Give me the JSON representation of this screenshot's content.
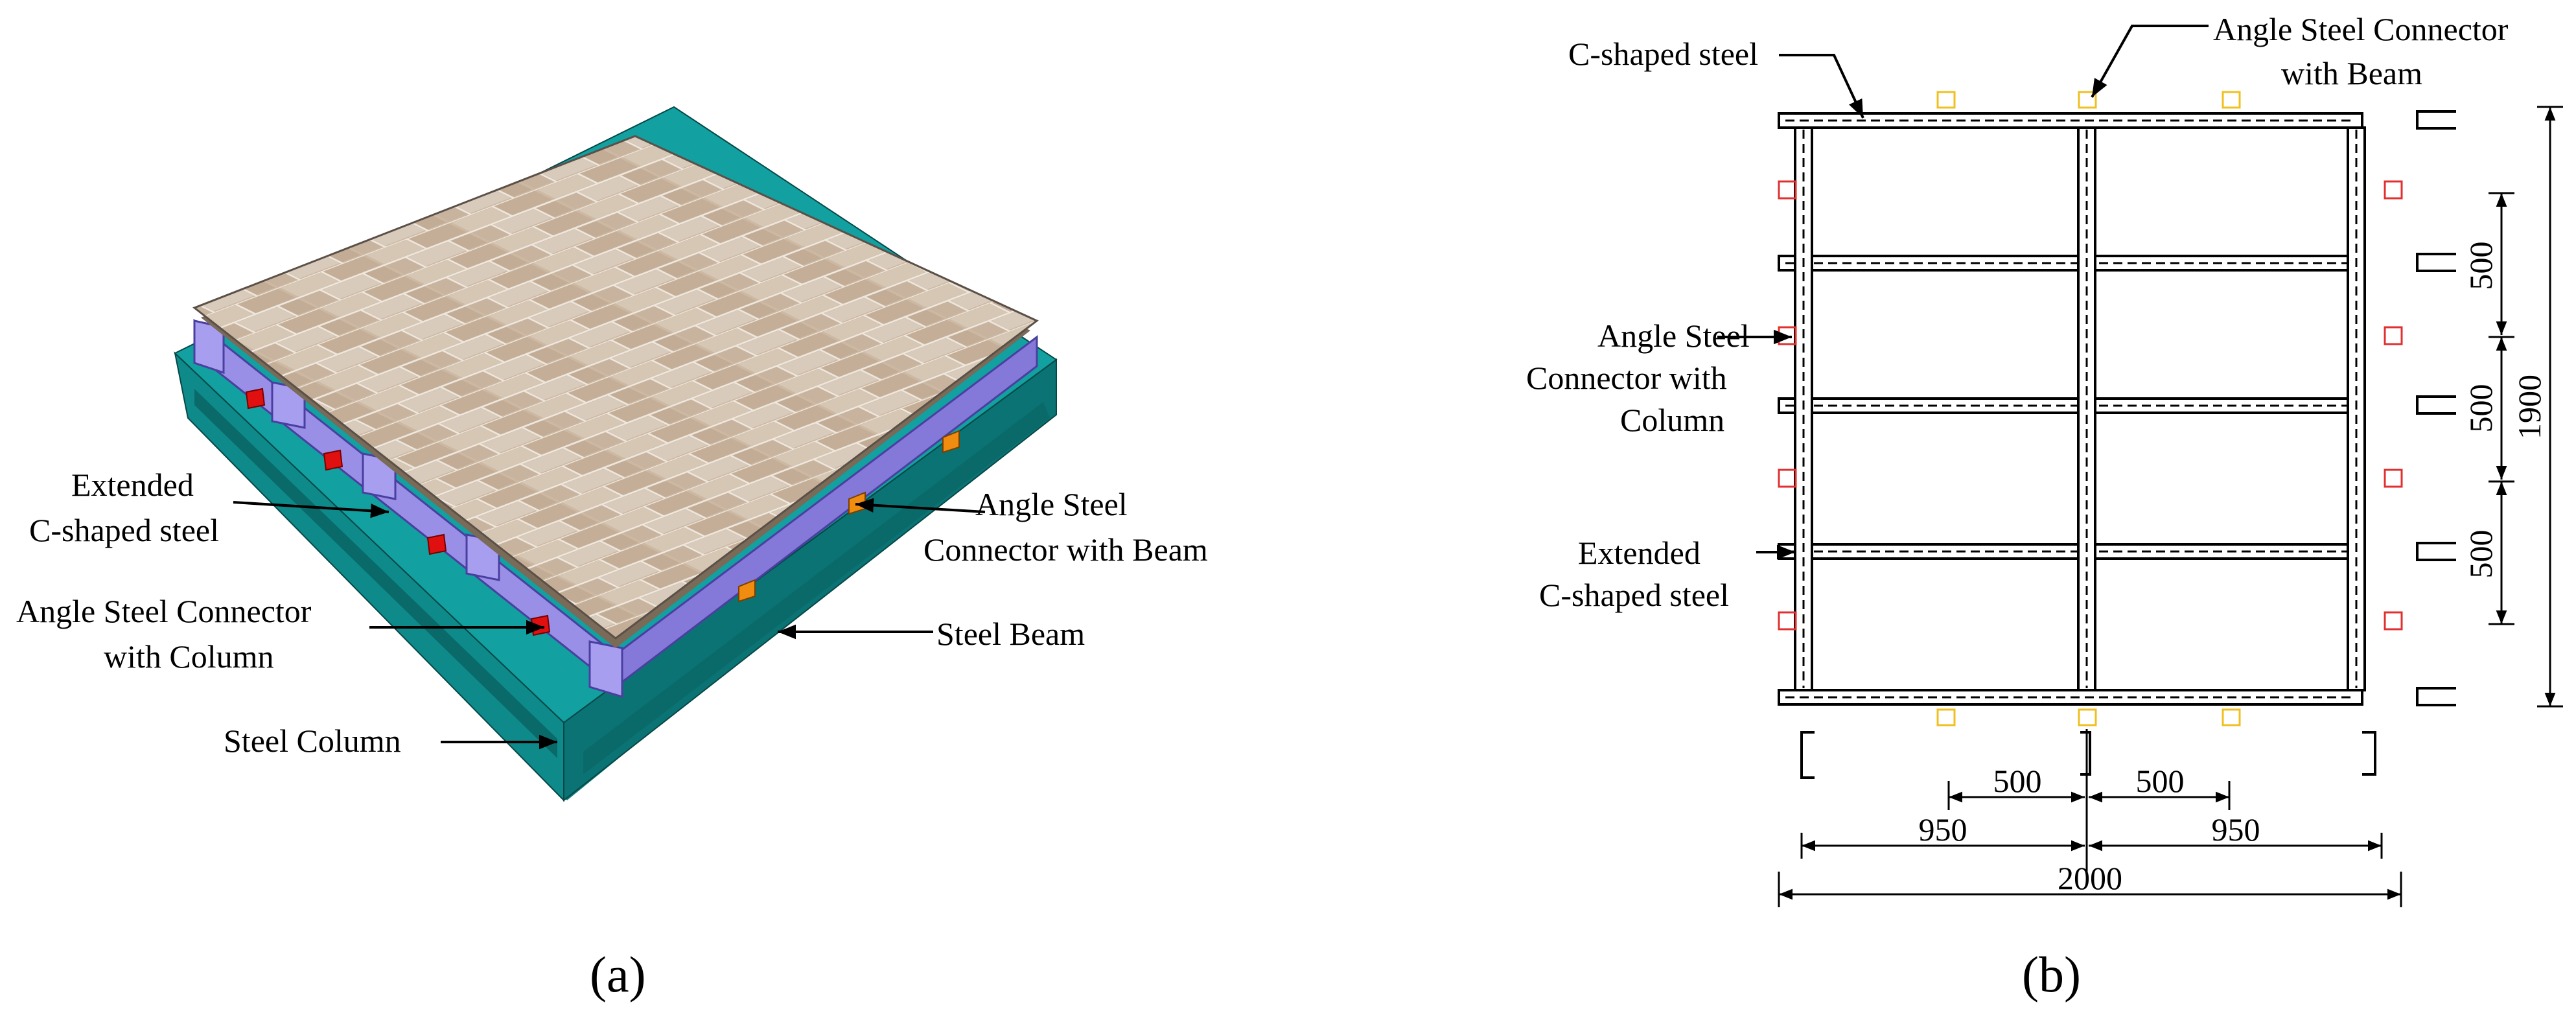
{
  "panel_a": {
    "caption": "(a)",
    "labels": {
      "extended_c_steel_1": "Extended",
      "extended_c_steel_2": "C-shaped steel",
      "angle_beam_1": "Angle Steel",
      "angle_beam_2": "Connector with Beam",
      "angle_col_1": "Angle Steel Connector",
      "angle_col_2": "with Column",
      "steel_beam": "Steel Beam",
      "steel_column": "Steel Column"
    }
  },
  "panel_b": {
    "caption": "(b)",
    "labels": {
      "c_steel": "C-shaped steel",
      "angle_beam_1": "Angle Steel Connector",
      "angle_beam_2": "with Beam",
      "angle_col_1": "Angle Steel",
      "angle_col_2": "Connector with",
      "angle_col_3": "Column",
      "extended_1": "Extended",
      "extended_2": "C-shaped steel"
    },
    "dimensions": {
      "v_500_1": "500",
      "v_500_2": "500",
      "v_500_3": "500",
      "v_1900": "1900",
      "h_500_left": "500",
      "h_500_right": "500",
      "h_950_left": "950",
      "h_950_right": "950",
      "h_2000": "2000"
    }
  },
  "colors": {
    "floor_tile": "#cdb9a3",
    "floor_grout": "#e8e2da",
    "purple_channel": "#9a8fe6",
    "teal_steel": "#0f8a8a",
    "connector_column": "#e01010",
    "connector_beam": "#f08c10",
    "plan_connector_column": "#e03030",
    "plan_connector_beam": "#f0c020"
  }
}
